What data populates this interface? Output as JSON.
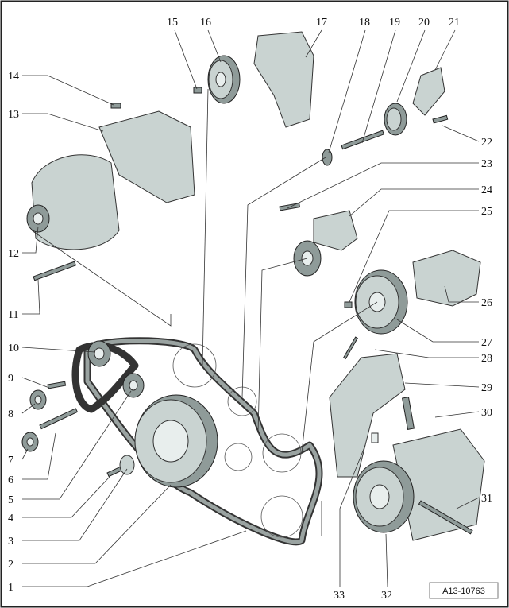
{
  "labels": [
    "1",
    "2",
    "3",
    "4",
    "5",
    "6",
    "7",
    "8",
    "9",
    "10",
    "11",
    "12",
    "13",
    "14",
    "15",
    "16",
    "17",
    "18",
    "19",
    "20",
    "21",
    "22",
    "23",
    "24",
    "25",
    "26",
    "27",
    "28",
    "29",
    "30",
    "31",
    "32",
    "33"
  ],
  "figure_code": "A13-10763"
}
